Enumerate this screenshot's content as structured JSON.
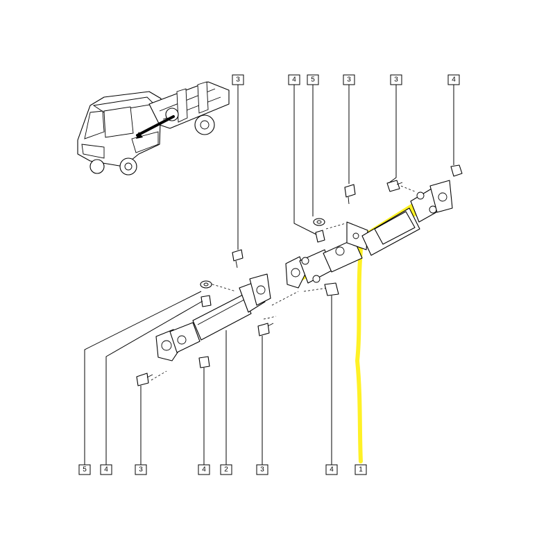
{
  "diagram": {
    "callouts_top": [
      {
        "id": "c-top-3a",
        "label": "3"
      },
      {
        "id": "c-top-4a",
        "label": "4"
      },
      {
        "id": "c-top-5",
        "label": "5"
      },
      {
        "id": "c-top-3b",
        "label": "3"
      },
      {
        "id": "c-top-3c",
        "label": "3"
      },
      {
        "id": "c-top-4b",
        "label": "4"
      }
    ],
    "callouts_bottom": [
      {
        "id": "c-bot-5",
        "label": "5"
      },
      {
        "id": "c-bot-4a",
        "label": "4"
      },
      {
        "id": "c-bot-3a",
        "label": "3"
      },
      {
        "id": "c-bot-4b",
        "label": "4"
      },
      {
        "id": "c-bot-2",
        "label": "2"
      },
      {
        "id": "c-bot-3b",
        "label": "3"
      },
      {
        "id": "c-bot-4c",
        "label": "4"
      },
      {
        "id": "c-bot-1",
        "label": "1"
      }
    ],
    "highlight_color": "#ffee00",
    "icons": [
      "van-chassis-icon",
      "propeller-shaft-icon",
      "bolt-icon",
      "nut-icon",
      "washer-icon"
    ]
  }
}
